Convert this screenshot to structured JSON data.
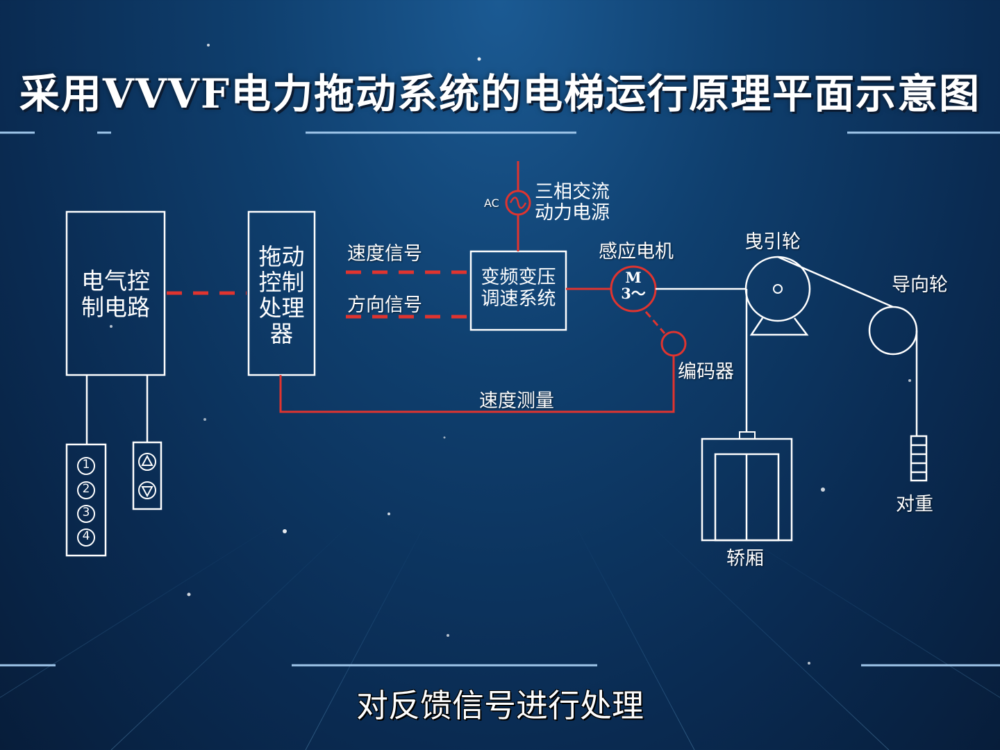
{
  "title": "采用VVVF电力拖动系统的电梯运行原理平面示意图",
  "subtitle": "对反馈信号进行处理",
  "colors": {
    "line": "#ffffff",
    "signal": "#e0342f",
    "background": "#0c3360"
  },
  "blocks": {
    "electrical_line1": "电气控",
    "electrical_line2": "制电路",
    "processor_line1": "拖动",
    "processor_line2": "控制",
    "processor_line3": "处理",
    "processor_line4": "器",
    "vvvf_line1": "变频变压",
    "vvvf_line2": "调速系统"
  },
  "labels": {
    "speed_signal": "速度信号",
    "direction_signal": "方向信号",
    "ac": "AC",
    "power_line1": "三相交流",
    "power_line2": "动力电源",
    "motor": "感应电机",
    "motor_symbol_line1": "M",
    "motor_symbol_line2": "3～",
    "traction_sheave": "曳引轮",
    "guide_sheave": "导向轮",
    "encoder": "编码器",
    "speed_measure": "速度测量",
    "car": "轿厢",
    "counterweight": "对重"
  },
  "car_buttons": [
    "1",
    "2",
    "3",
    "4"
  ],
  "hall_buttons": [
    "up-arrow-icon",
    "down-arrow-icon"
  ]
}
